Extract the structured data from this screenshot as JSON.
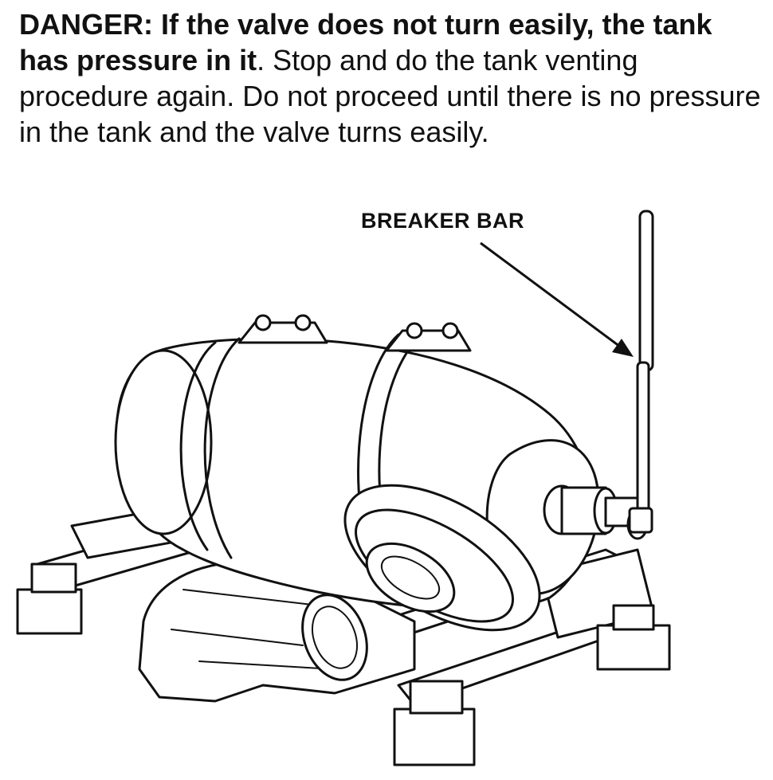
{
  "warning": {
    "danger_label": "DANGER:",
    "bold_text": "If the valve does not turn easily, the tank has pressure in it",
    "body_text": ". Stop and do the tank venting procedure again. Do not proceed until there is no pressure in the tank and the valve turns easily."
  },
  "callout": {
    "breaker_bar_label": "BREAKER BAR"
  }
}
